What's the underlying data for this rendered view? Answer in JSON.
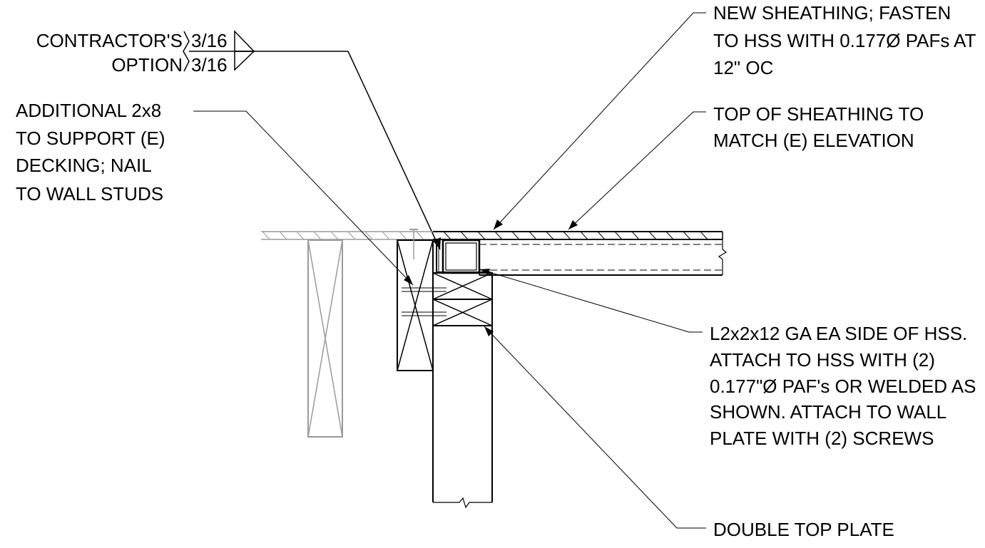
{
  "weld_symbol": {
    "note_line1": "CONTRACTOR'S",
    "note_line2": "OPTION",
    "size_arrow_side": "3/16",
    "size_other_side": "3/16"
  },
  "callouts": {
    "new_sheathing": [
      "NEW SHEATHING; FASTEN",
      "TO HSS WITH 0.177Ø PAFs AT",
      "12\" OC"
    ],
    "top_of_sheathing": [
      "TOP OF SHEATHING TO",
      "MATCH (E) ELEVATION"
    ],
    "additional_2x8": [
      "ADDITIONAL 2x8",
      "TO SUPPORT (E)",
      "DECKING; NAIL",
      "TO WALL STUDS"
    ],
    "angle_clip": [
      "L2x2x12 GA EA SIDE OF HSS.",
      "ATTACH TO HSS WITH (2)",
      "0.177\"Ø PAF's OR WELDED AS",
      "SHOWN. ATTACH TO WALL",
      "PLATE WITH (2) SCREWS"
    ],
    "double_top_plate": [
      "DOUBLE TOP PLATE"
    ]
  }
}
